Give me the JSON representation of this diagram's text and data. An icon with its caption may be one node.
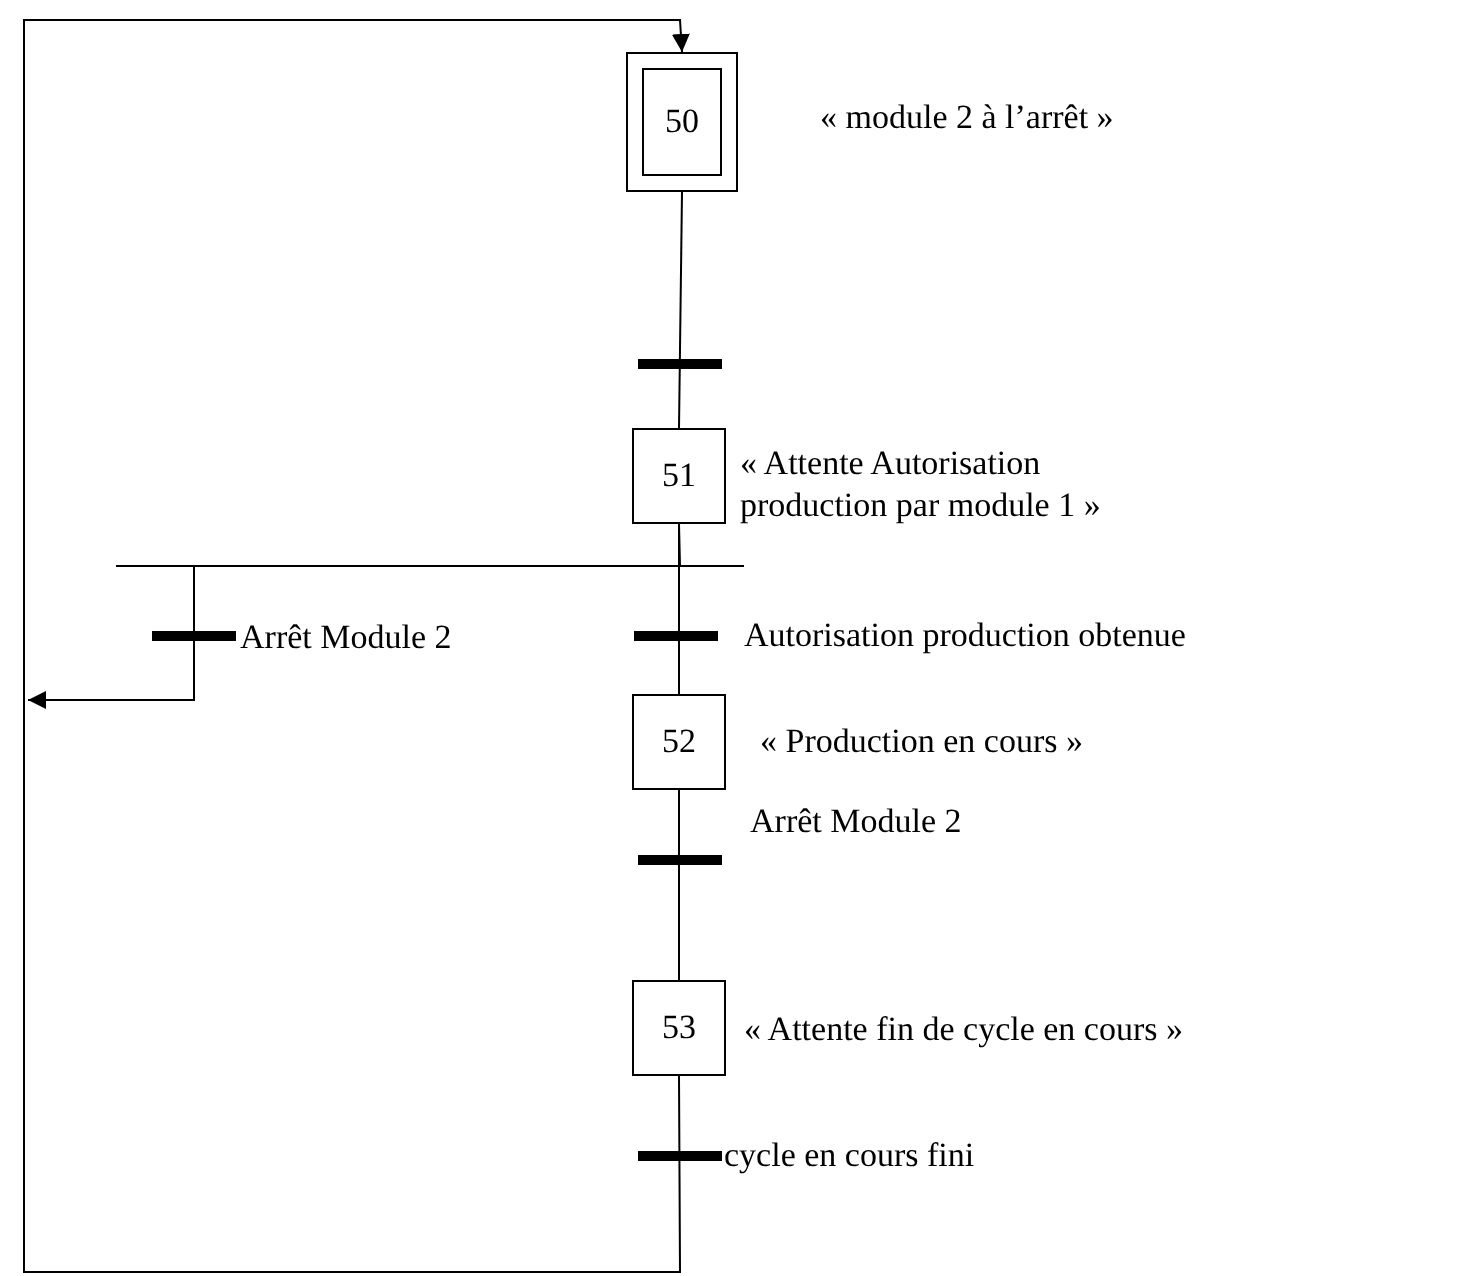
{
  "diagram": {
    "nodes": [
      {
        "text": [
          "50"
        ],
        "beside": [
          "« module 2 à l’arrêt »"
        ]
      },
      {
        "text": [
          "51"
        ],
        "beside": [
          "« Attente Autorisation production par module 1 »"
        ]
      },
      {
        "text": [
          "52"
        ],
        "beside": [
          "« Production en cours »"
        ]
      },
      {
        "text": [
          "53"
        ],
        "beside": [
          "« Attente fin de cycle en cours »"
        ]
      }
    ],
    "edges": [
      {
        "from": 0,
        "to": 1,
        "arrow": "none"
      },
      {
        "from": 1,
        "to": 2,
        "arrow": "none",
        "label": "Autorisation production obtenue"
      },
      {
        "from": 1,
        "to": null,
        "arrow": "to",
        "label": "Arrêt Module 2"
      },
      {
        "from": 2,
        "to": 3,
        "arrow": "none",
        "label": "Arrêt Module 2"
      },
      {
        "from": 3,
        "to": 0,
        "arrow": "to",
        "label": "cycle en cours fini"
      }
    ]
  }
}
